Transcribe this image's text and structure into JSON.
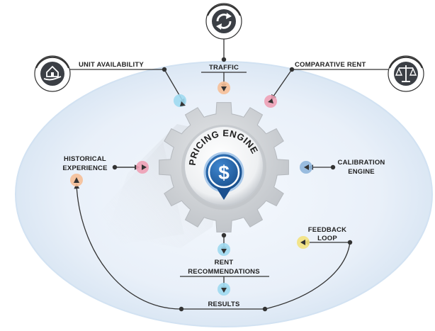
{
  "title": "PRICING ENGINE",
  "center_symbol": "$",
  "colors": {
    "ellipse_fill": "#e6eef8",
    "ellipse_edge": "#cfe0f1",
    "gear": "#d4d6d9",
    "line": "#333333",
    "dot_blue": "#9ed9ef",
    "dot_orange": "#f6bf97",
    "dot_pink": "#eea0b5",
    "dot_steel": "#8fb6db",
    "dot_yellow": "#f3e27e",
    "dollar_blue": "#1f5fa6"
  },
  "icons": {
    "top": "refresh-cycle-icon",
    "left": "hand-holding-house-icon",
    "right": "scales-of-justice-icon"
  },
  "labels": {
    "unit_availability": "UNIT AVAILABILITY",
    "traffic": "TRAFFIC",
    "comparative_rent": "COMPARATIVE RENT",
    "historical_line1": "HISTORICAL",
    "historical_line2": "EXPERIENCE",
    "calibration_line1": "CALIBRATION",
    "calibration_line2": "ENGINE",
    "feedback_line1": "FEEDBACK",
    "feedback_line2": "LOOP",
    "rent_line1": "RENT",
    "rent_line2": "RECOMMENDATIONS",
    "results": "RESULTS"
  }
}
